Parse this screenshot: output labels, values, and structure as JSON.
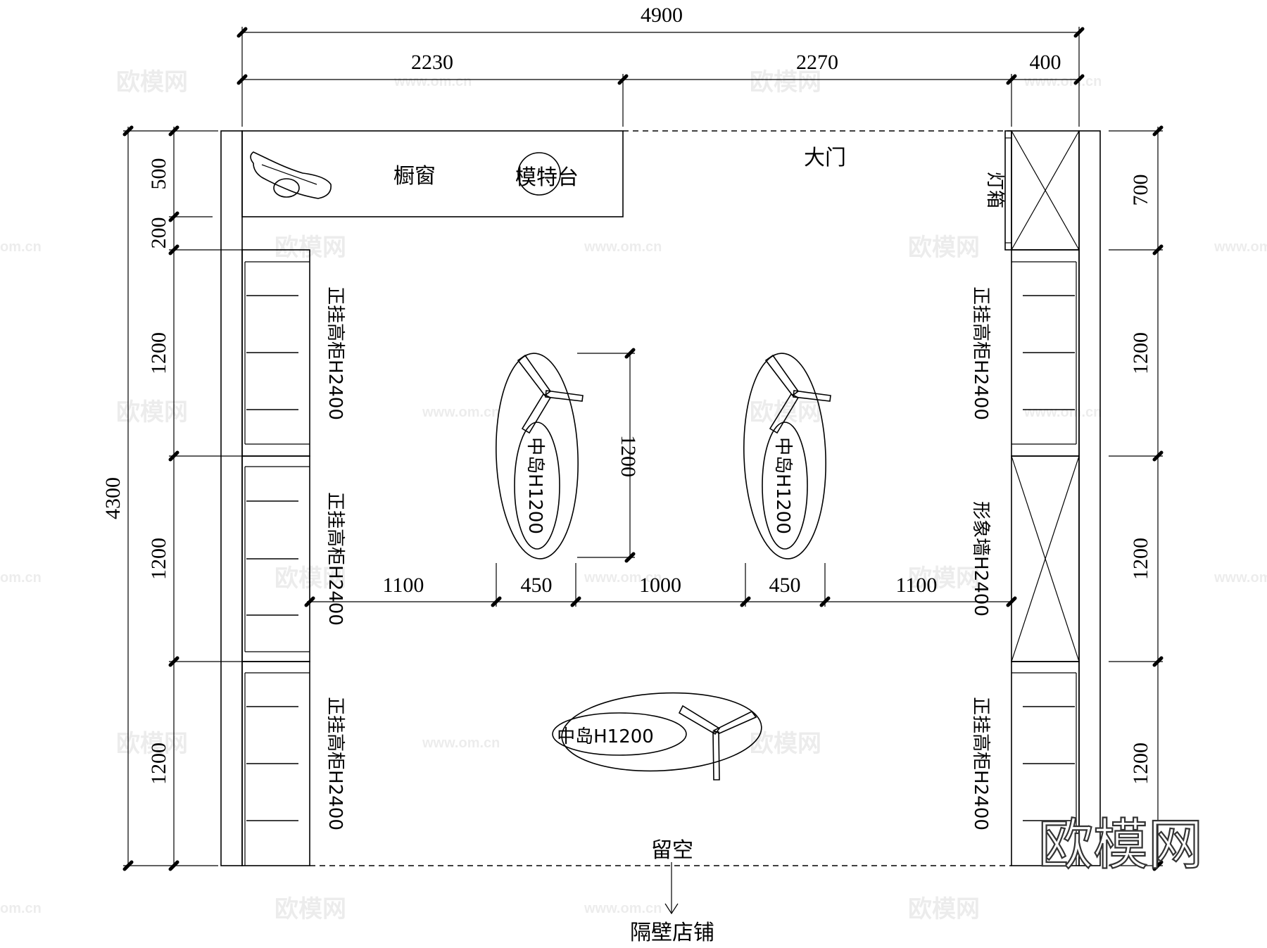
{
  "dimensions": {
    "overall_width": "4900",
    "top_left": "2230",
    "top_middle": "2270",
    "top_right": "400",
    "overall_depth": "4300",
    "left_500": "500",
    "left_200": "200",
    "left_1200_a": "1200",
    "left_1200_b": "1200",
    "left_1200_c": "1200",
    "right_700": "700",
    "right_1200_a": "1200",
    "right_1200_b": "1200",
    "right_1200_c": "1200",
    "island_height": "1200",
    "h_1100_left": "1100",
    "h_450_left": "450",
    "h_1000": "1000",
    "h_450_right": "450",
    "h_1100_right": "1100"
  },
  "labels": {
    "window": "橱窗",
    "model_stage": "模特台",
    "main_door": "大门",
    "light_box": "灯箱",
    "cabinet_left_1": "正挂高柜H2400",
    "cabinet_left_2": "正挂高柜H2400",
    "cabinet_left_3": "正挂高柜H2400",
    "cabinet_right_1": "正挂高柜H2400",
    "cabinet_right_3": "正挂高柜H2400",
    "image_wall": "形象墙H2400",
    "island_left": "中岛H1200",
    "island_right": "中岛H1200",
    "island_bottom": "中岛H1200",
    "leave_open": "留空",
    "next_shop": "隔壁店铺"
  },
  "watermark": {
    "text": "欧模网",
    "url": "www.om.cn",
    "url_short": "om.cn",
    "logo": "欧模网"
  }
}
